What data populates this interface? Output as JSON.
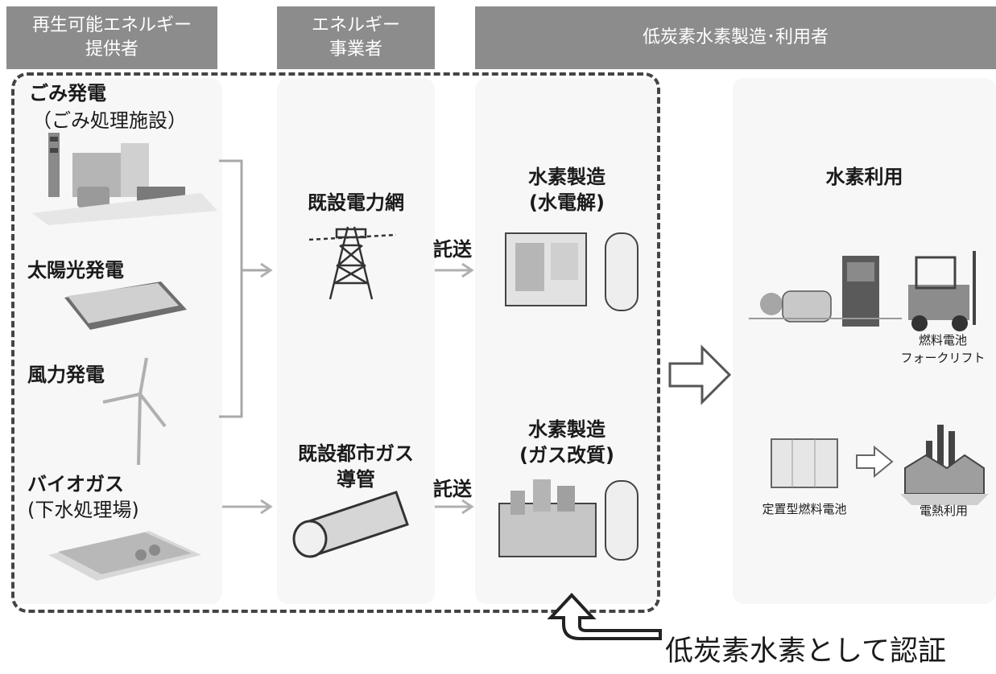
{
  "headers": {
    "providers": "再生可能エネルギー\n提供者",
    "energy_business": "エネルギー\n事業者",
    "hydrogen": "低炭素水素製造･利用者"
  },
  "sources": {
    "waste_power": "ごみ発電",
    "waste_power_sub": "（ごみ処理施設）",
    "solar": "太陽光発電",
    "wind": "風力発電",
    "biogas": "バイオガス",
    "biogas_sub": "(下水処理場)"
  },
  "infrastructure": {
    "grid": "既設電力網",
    "gas_pipe": "既設都市ガス\n導管"
  },
  "transfer": {
    "upper": "託送",
    "lower": "託送"
  },
  "production": {
    "electrolysis": "水素製造\n(水電解)",
    "gas_reform": "水素製造\n(ガス改質)"
  },
  "usage": {
    "title": "水素利用",
    "forklift": "燃料電池\nフォークリフト",
    "stationary_fc": "定置型燃料電池",
    "heat": "電熱利用"
  },
  "certification": "低炭素水素として認証"
}
